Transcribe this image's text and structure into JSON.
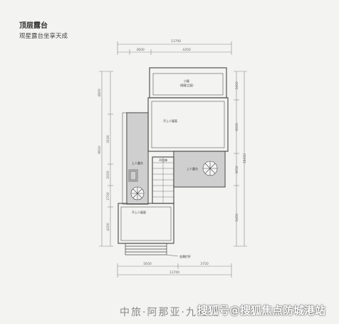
{
  "header": {
    "title": "顶层露台",
    "subtitle": "观星露台坐享天成"
  },
  "dimensions": {
    "top_total": "11700",
    "top_left": "3600",
    "top_right": "4350",
    "bottom_left": "5650",
    "bottom_right": "3750",
    "bottom_total": "11700",
    "left_1": "4800",
    "left_2": "9610",
    "left_3": "3190",
    "left_4": "2000",
    "left_5": "2700",
    "left_6": "4200",
    "right_1": "3400",
    "right_2": "9000",
    "right_3": "3650",
    "right_4": "5450",
    "right_total": "18450"
  },
  "rooms": {
    "top_room_name": "小屋",
    "top_room_note": "(观星之居)",
    "main_terrace": "不上人屋面",
    "left_terrace": "上人露台",
    "right_terrace": "上人露台",
    "stair": "不拉伸",
    "bottom_terrace": "不上人屋面",
    "bottom_note": "金属栏杆"
  },
  "footer": {
    "brand": "中旅·阿那亚·九龙湖",
    "watermark": "搜狐号@搜狐焦点防城港站"
  }
}
